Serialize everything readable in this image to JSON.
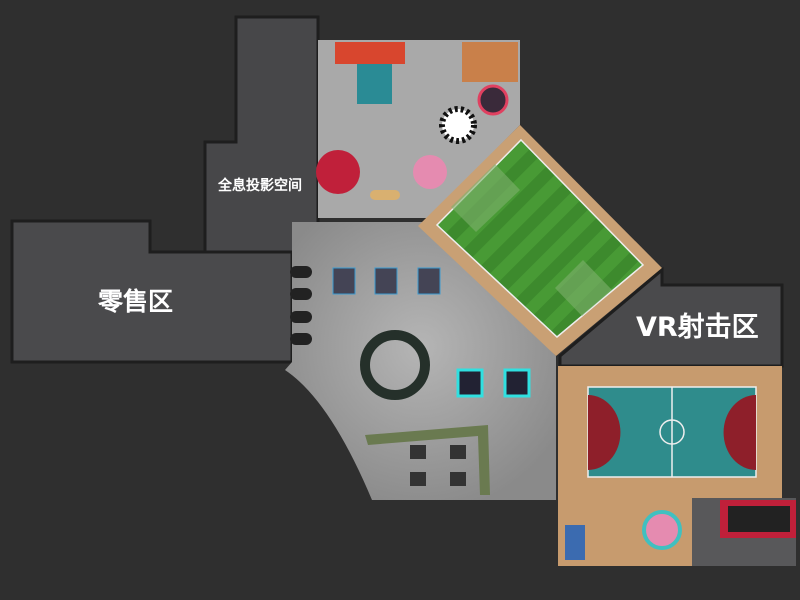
{
  "zones": {
    "holographic": "全息投影空间",
    "retail": "零售区",
    "vr_shooting": "VR射击区"
  },
  "colors": {
    "background": "#2f2f2f",
    "zone_dark": "#4a4a4c",
    "floor": "#9c9c9c",
    "grass": "#3f8a2e",
    "wood": "#c9a074",
    "court": "#2f8c8c",
    "court_key": "#8e1f2a"
  }
}
